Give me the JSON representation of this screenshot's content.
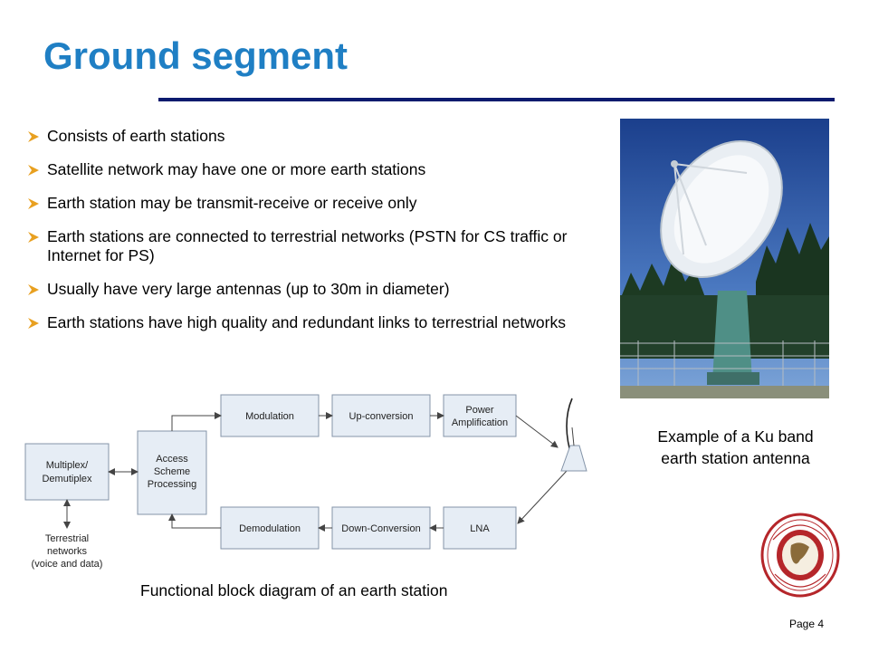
{
  "slide": {
    "title": "Ground segment",
    "page_label": "Page 4"
  },
  "bullets": [
    "Consists of earth stations",
    "Satellite network may have one or more earth stations",
    "Earth station may be transmit-receive or receive only",
    "Earth stations are connected to terrestrial networks (PSTN for CS traffic or Internet for PS)",
    "Usually have very large antennas (up to 30m in diameter)",
    "Earth stations have high quality and redundant links to terrestrial networks"
  ],
  "photo": {
    "caption_line1": "Example of a Ku band",
    "caption_line2": "earth station antenna"
  },
  "diagram": {
    "caption": "Functional block diagram of an earth station",
    "blocks": {
      "multiplex_l1": "Multiplex/",
      "multiplex_l2": "Demutiplex",
      "access_l1": "Access",
      "access_l2": "Scheme",
      "access_l3": "Processing",
      "modulation": "Modulation",
      "upconversion": "Up-conversion",
      "power_l1": "Power",
      "power_l2": "Amplification",
      "demodulation": "Demodulation",
      "downconversion": "Down-Conversion",
      "lna": "LNA",
      "terr_l1": "Terrestrial",
      "terr_l2": "networks",
      "terr_l3": "(voice and data)"
    }
  },
  "colors": {
    "title": "#1f7fc4",
    "rule": "#0b1a6e",
    "bullet_arrow": "#e8a020",
    "block_fill": "#e6edf5",
    "block_border": "#8494a8"
  }
}
